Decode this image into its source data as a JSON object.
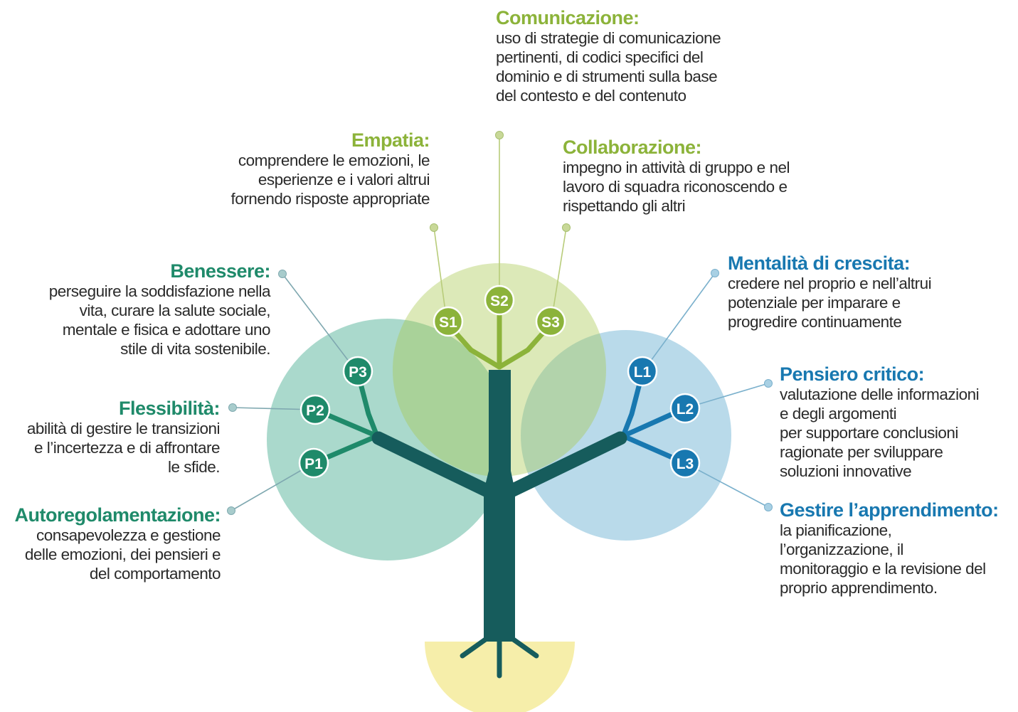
{
  "colors": {
    "social": "#8cb33a",
    "personal": "#1f8a6a",
    "learning": "#1878b0",
    "trunk": "#165c5c",
    "roots_ground": "#f6eeaa"
  },
  "nodes": {
    "s1": "S1",
    "s2": "S2",
    "s3": "S3",
    "p1": "P1",
    "p2": "P2",
    "p3": "P3",
    "l1": "L1",
    "l2": "L2",
    "l3": "L3"
  },
  "labels": {
    "comunicazione": {
      "title": "Comunicazione:",
      "lines": [
        "uso di strategie di comunicazione",
        "pertinenti, di codici specifici del",
        "dominio e di strumenti sulla base",
        "del contesto e del contenuto"
      ]
    },
    "empatia": {
      "title": "Empatia:",
      "lines": [
        "comprendere le emozioni, le",
        "esperienze e i valori altrui",
        "fornendo risposte appropriate"
      ]
    },
    "collaborazione": {
      "title": "Collaborazione:",
      "lines": [
        "impegno in attività di gruppo e nel",
        "lavoro di squadra riconoscendo e",
        "rispettando gli altri"
      ]
    },
    "benessere": {
      "title": "Benessere:",
      "lines": [
        "perseguire la soddisfazione nella",
        "vita, curare la salute sociale,",
        "mentale e fisica e adottare uno",
        "stile di vita sostenibile."
      ]
    },
    "flessibilita": {
      "title": "Flessibilità:",
      "lines": [
        "abilità di gestire le transizioni",
        "e l’incertezza e di affrontare",
        "le sfide."
      ]
    },
    "autoregolamentazione": {
      "title": "Autoregolamentazione:",
      "lines": [
        "consapevolezza e gestione",
        "delle emozioni, dei pensieri e",
        "del comportamento"
      ]
    },
    "mentalita": {
      "title": "Mentalità di crescita:",
      "lines": [
        "credere nel proprio e nell’altrui",
        "potenziale per imparare e",
        "progredire continuamente"
      ]
    },
    "pensiero": {
      "title": "Pensiero critico:",
      "lines": [
        "valutazione delle informazioni",
        "e degli argomenti",
        "per supportare conclusioni",
        "ragionate per sviluppare",
        "soluzioni innovative"
      ]
    },
    "gestire": {
      "title": "Gestire l’apprendimento:",
      "lines": [
        "la pianificazione,",
        "l’organizzazione, il",
        "monitoraggio e la revisione del",
        "proprio apprendimento."
      ]
    }
  }
}
